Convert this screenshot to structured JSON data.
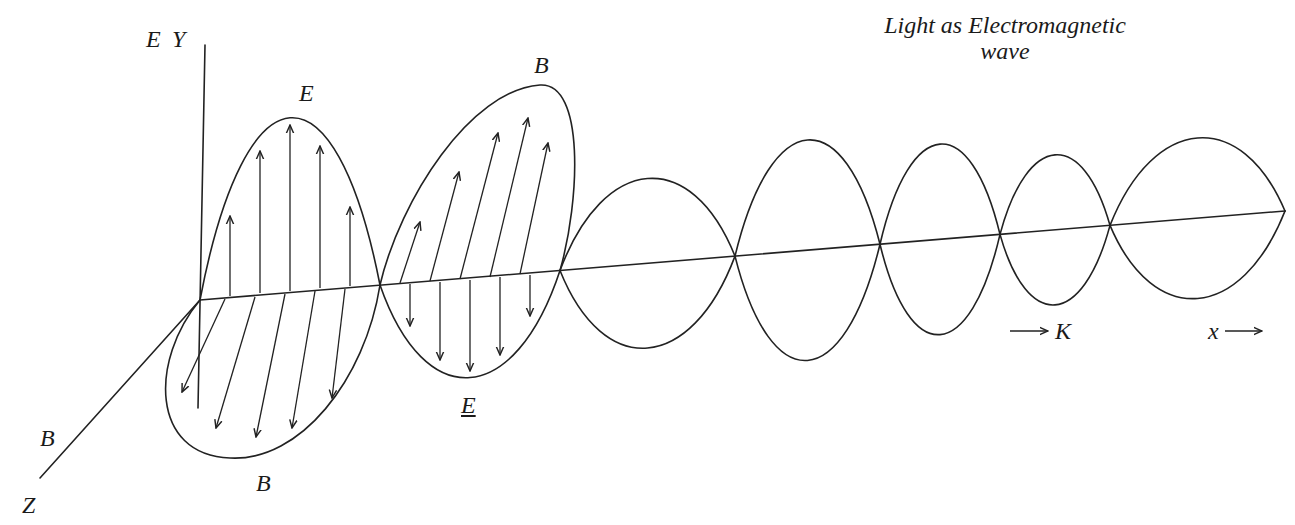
{
  "diagram": {
    "title": "Light as Electromagnetic wave",
    "labels": [
      "E",
      "Y",
      "E",
      "B",
      "B",
      "B",
      "E",
      "K",
      "x",
      "Z"
    ]
  }
}
